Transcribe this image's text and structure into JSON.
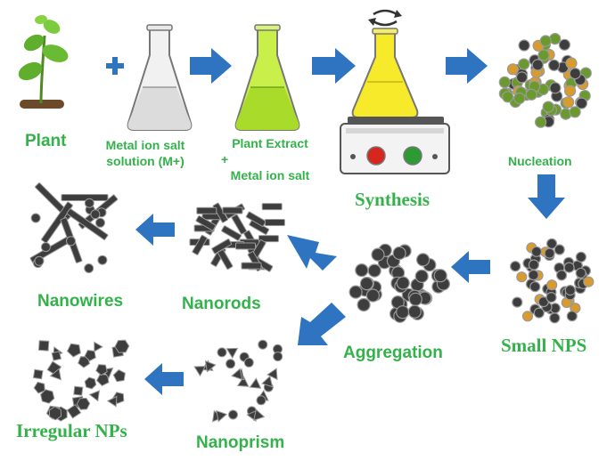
{
  "labels": {
    "plant": "Plant",
    "metal_ion_line1": "Metal ion salt",
    "metal_ion_line2": "solution (M+)",
    "extract_line1": "Plant Extract",
    "extract_plus": "+",
    "extract_line2": "Metal ion salt",
    "synthesis": "Synthesis",
    "nucleation": "Nucleation",
    "small_nps": "Small NPS",
    "aggregation": "Aggregation",
    "nanorods": "Nanorods",
    "nanowires": "Nanowires",
    "nanoprism": "Nanoprism",
    "irregular": "Irregular NPs"
  },
  "colors": {
    "label_green": "#33b24a",
    "arrow_blue": "#2f74c0",
    "particle_dark": "#3d3d3d",
    "particle_gold": "#d99a2e",
    "particle_green": "#6a9a2e",
    "extract_green": "#b9e83a",
    "synthesis_yellow": "#f5e020"
  },
  "icons": [
    "plant-icon",
    "plus-icon",
    "flask-icon",
    "stirrer-icon",
    "rotation-icon"
  ]
}
